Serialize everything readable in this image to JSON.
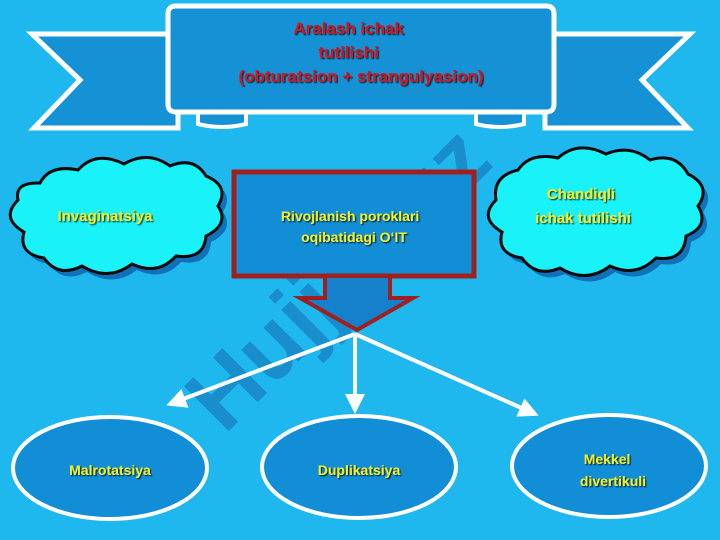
{
  "banner": {
    "lines": [
      "Aralash ichak",
      "tutilishi",
      "(obturatsion + strangulyasion)"
    ]
  },
  "watermark": {
    "text": "Hujjat.uz"
  },
  "clouds": [
    {
      "lines": [
        "Invaginatsiya"
      ]
    },
    {
      "lines": [
        "Chandiqli",
        "ichak tutilishi"
      ]
    }
  ],
  "center_box": {
    "lines": [
      "Rivojlanish poroklari",
      "oqibatidagi O‘IT"
    ]
  },
  "ellipses": [
    {
      "lines": [
        "Malrotatsiya"
      ]
    },
    {
      "lines": [
        "Duplikatsiya"
      ]
    },
    {
      "lines": [
        "Mekkel",
        "divertikuli"
      ]
    }
  ],
  "colors": {
    "background": "#1fb8ee",
    "banner_text": "#d4141e",
    "shape_text": "#f2ee2a",
    "cloud_fill": "#18f2f8",
    "box_border": "#a02020",
    "box_fill": "#128ed6",
    "ellipse_fill": "#128ed6"
  }
}
